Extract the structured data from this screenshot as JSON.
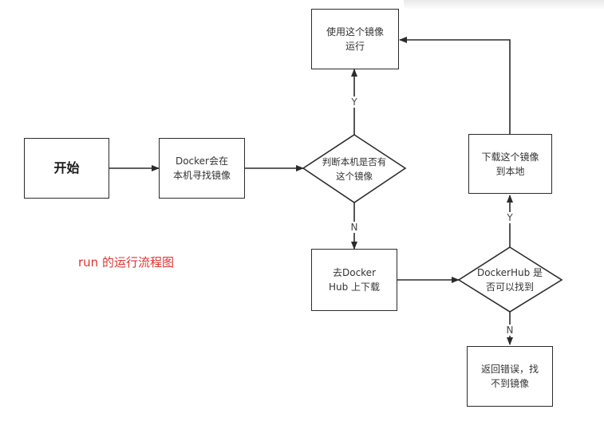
{
  "diagram": {
    "caption": "run 的运行流程图",
    "nodes": {
      "start": "开始",
      "find_local": "Docker会在\n本机寻找镜像",
      "check_local": "判断本机是否有\n这个镜像",
      "use_image": "使用这个镜像\n运行",
      "pull_hub": "去Docker\nHub 上下载",
      "check_hub": "DockerHub 是\n否可以找到",
      "download": "下载这个镜像\n到本地",
      "error": "返回错误，找\n不到镜像"
    },
    "edge_labels": {
      "local_yes": "Y",
      "local_no": "N",
      "hub_yes": "Y",
      "hub_no": "N"
    },
    "colors": {
      "stroke": "#2b2b2b",
      "caption": "#e0322f"
    }
  }
}
